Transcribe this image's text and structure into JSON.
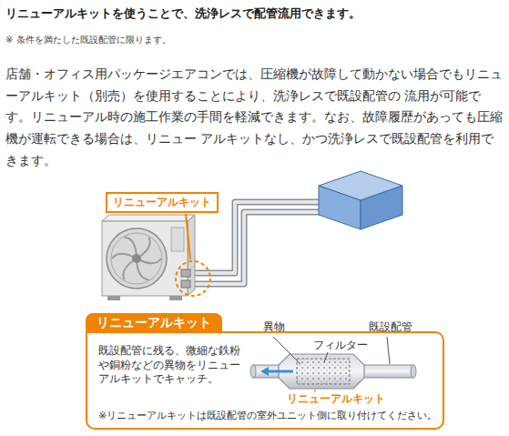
{
  "diagram": {
    "title": "リニューアルキットを使うことで、洗浄レスで配管流用できます。",
    "nodes": [
      {
        "text": [
          "リニューアルキット"
        ]
      },
      {
        "text": [
          "リニューアルキット",
          "既設配管に残る、微細な鉄粉や銅粉などの異物をリニューアルキットでキャッチ。",
          "※リニューアルキットは既設配管の室外ユニット側に取り付けてください。"
        ]
      }
    ],
    "labels": [
      "※ 条件を満たした既設配管に限ります。",
      "店舗・オフィス用パッケージエアコンでは、圧縮機が故障して動かない場合でもリニューアルキット（別売）を使用することにより、洗浄レスで既設配管の 流用が可能です。リニューアル時の施工作業の手間を軽減できます。なお、故障履歴があっても圧縮機が運転できる場合は、リニュー アルキットなし、かつ洗浄レスで既設配管を利用できます。",
      "異物",
      "フィルター",
      "既設配管",
      "リニューアルキット"
    ]
  }
}
